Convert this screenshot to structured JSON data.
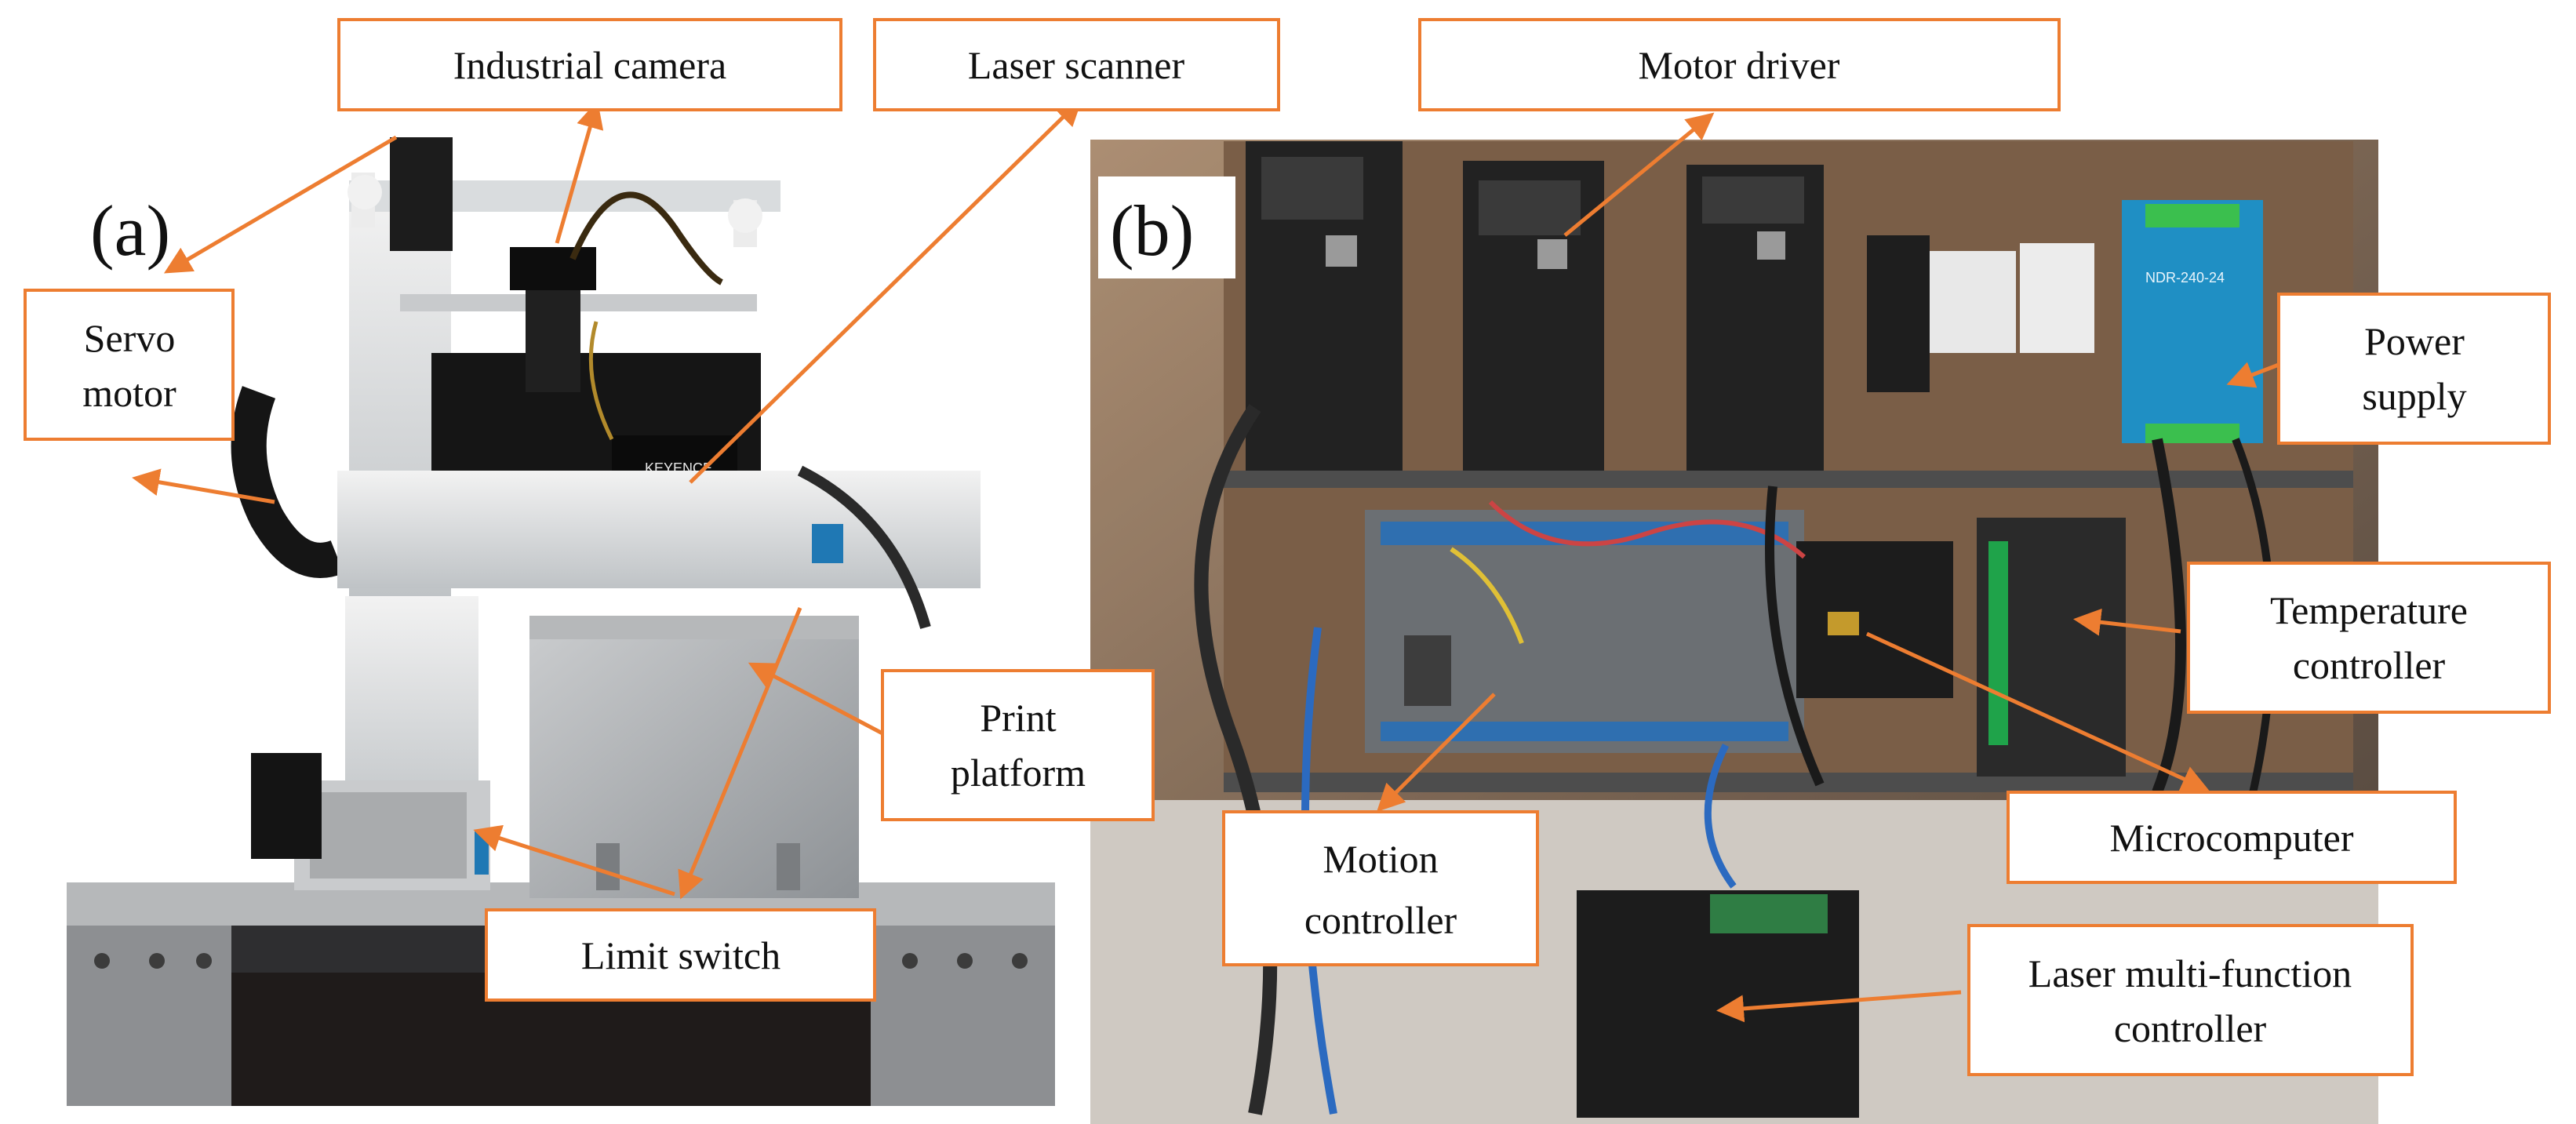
{
  "panels": {
    "a": "(a)",
    "b": "(b)"
  },
  "accent_color": "#ED7D31",
  "panel_a": {
    "industrial_camera": "Industrial camera",
    "laser_scanner": "Laser scanner",
    "servo_motor": [
      "Servo",
      "motor"
    ],
    "print_platform": [
      "Print",
      "platform"
    ],
    "limit_switch": "Limit switch"
  },
  "panel_b": {
    "motor_driver": "Motor driver",
    "power_supply": [
      "Power",
      "supply"
    ],
    "temperature_controller": [
      "Temperature",
      "controller"
    ],
    "motion_controller": [
      "Motion",
      "controller"
    ],
    "microcomputer": "Microcomputer",
    "laser_multi_function_controller": [
      "Laser multi-function",
      "controller"
    ]
  },
  "device_markings": {
    "keyence": "KEYENCE",
    "psu_model": "NDR-240-24"
  }
}
